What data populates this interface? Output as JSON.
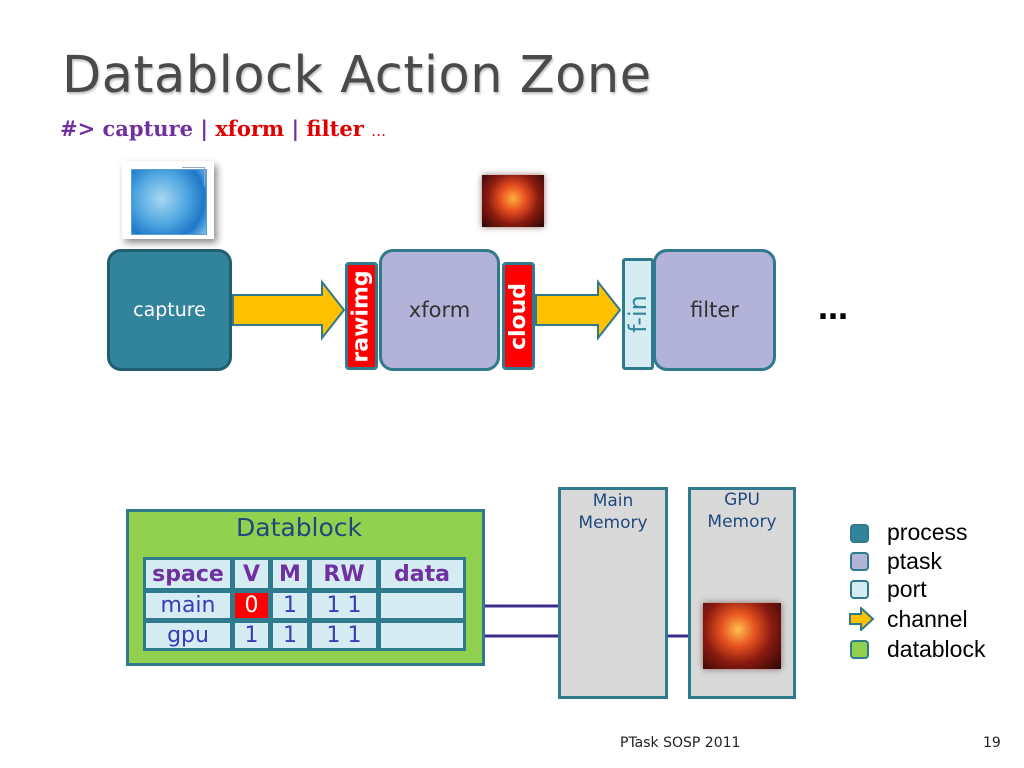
{
  "slide": {
    "title": "Datablock Action Zone",
    "command": {
      "prompt": "#>",
      "capture": "capture",
      "sep1": "|",
      "xform": "xform",
      "sep2": "|",
      "filter": "filter",
      "ellipsis": "…"
    },
    "footer": "PTask SOSP 2011",
    "page_number": "19"
  },
  "pipeline": {
    "capture_label": "capture",
    "xform_label": "xform",
    "filter_label": "filter",
    "port_rawimg": "rawimg",
    "port_cloud": "cloud",
    "port_fin": "f-in",
    "more": "…"
  },
  "memory": {
    "main_line1": "Main",
    "main_line2": "Memory",
    "gpu_line1": "GPU",
    "gpu_line2": "Memory"
  },
  "datablock": {
    "title": "Datablock",
    "headers": [
      "space",
      "V",
      "M",
      "RW",
      "data"
    ],
    "rows": [
      [
        "main",
        "0",
        "1",
        "1 1",
        ""
      ],
      [
        "gpu",
        "1",
        "1",
        "1 1",
        ""
      ]
    ]
  },
  "legend": [
    {
      "label": "process",
      "color": "#31849b"
    },
    {
      "label": "ptask",
      "color": "#b3b3d9"
    },
    {
      "label": "port",
      "color": "#d6ecf3"
    },
    {
      "label": "channel",
      "color": "#ffc000"
    },
    {
      "label": "datablock",
      "color": "#92d050"
    }
  ],
  "colors": {
    "process": "#31849b",
    "ptask": "#b3b3d9",
    "port": "#d6ecf3",
    "channel": "#ffc000",
    "datablock": "#92d050",
    "invalid": "#ff0000"
  }
}
